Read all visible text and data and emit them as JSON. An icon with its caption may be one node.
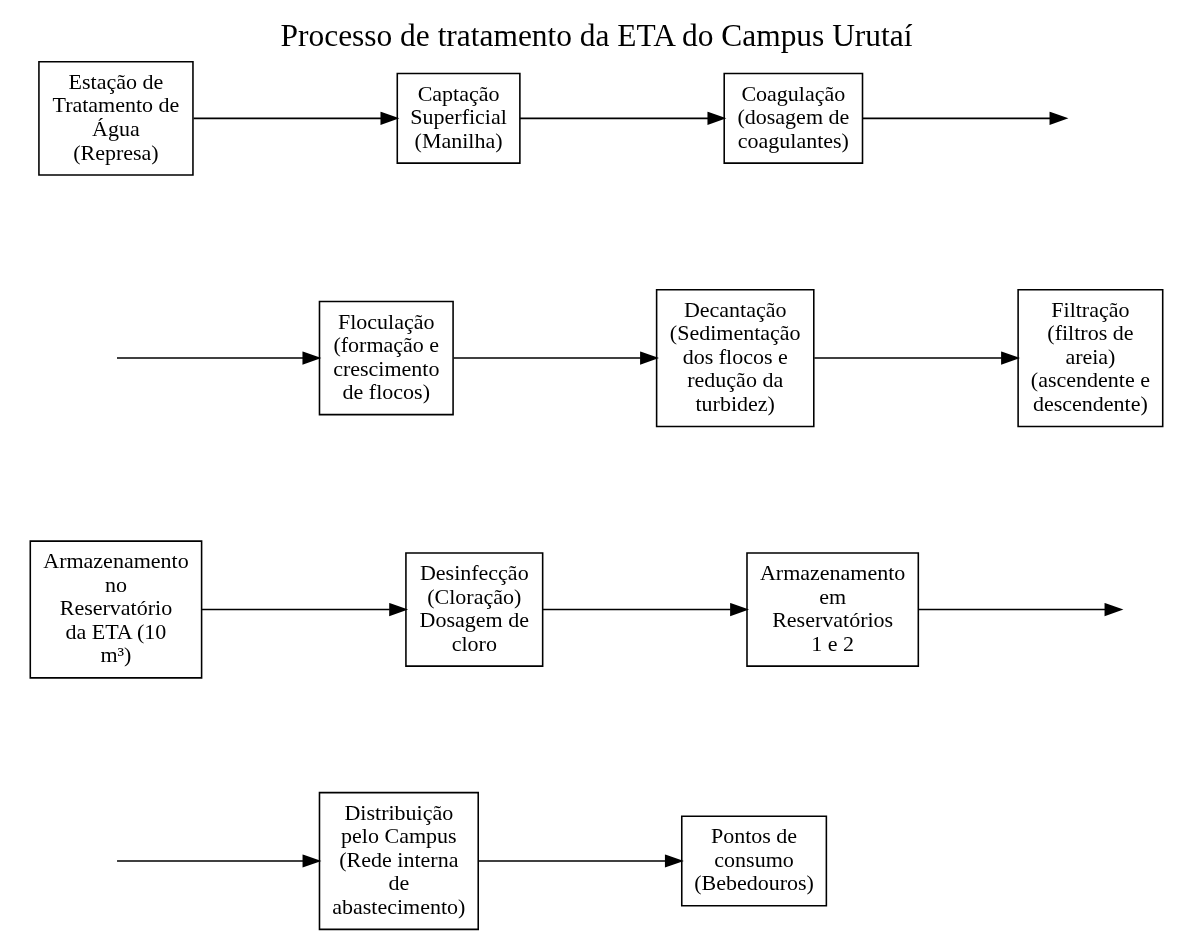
{
  "diagram": {
    "title": "Processo de tratamento da ETA do Campus Urutaí",
    "nodes": [
      {
        "text": [
          "Estação de Tratamento de Água (Represa)"
        ]
      },
      {
        "text": [
          "Captação Superficial (Manilha)"
        ]
      },
      {
        "text": [
          "Coagulação (dosagem de coagulantes)"
        ]
      },
      {
        "text": [
          "Floculação (formação e crescimento de flocos)"
        ]
      },
      {
        "text": [
          "Decantação (Sedimentação dos flocos e redução da turbidez)"
        ]
      },
      {
        "text": [
          "Filtração (filtros de areia) (ascendente e descendente)"
        ]
      },
      {
        "text": [
          "Armazenamento no Reservatório da ETA (10 m³)"
        ]
      },
      {
        "text": [
          "Desinfecção (Cloração) Dosagem de cloro"
        ]
      },
      {
        "text": [
          "Armazenamento em Reservatórios 1 e 2"
        ]
      },
      {
        "text": [
          "Distribuição pelo Campus (Rede interna de abastecimento)"
        ]
      },
      {
        "text": [
          "Pontos de consumo (Bebedouros)"
        ]
      }
    ],
    "edges": [
      {
        "from": 0,
        "to": 1,
        "arrow": "to"
      },
      {
        "from": 1,
        "to": 2,
        "arrow": "to"
      },
      {
        "from": 2,
        "to": null,
        "arrow": "to"
      },
      {
        "from": null,
        "to": 3,
        "arrow": "to"
      },
      {
        "from": 3,
        "to": 4,
        "arrow": "to"
      },
      {
        "from": 4,
        "to": 5,
        "arrow": "to"
      },
      {
        "from": 6,
        "to": 7,
        "arrow": "to"
      },
      {
        "from": 7,
        "to": 8,
        "arrow": "to"
      },
      {
        "from": 8,
        "to": null,
        "arrow": "to"
      },
      {
        "from": null,
        "to": 9,
        "arrow": "to"
      },
      {
        "from": 9,
        "to": 10,
        "arrow": "to"
      }
    ]
  }
}
